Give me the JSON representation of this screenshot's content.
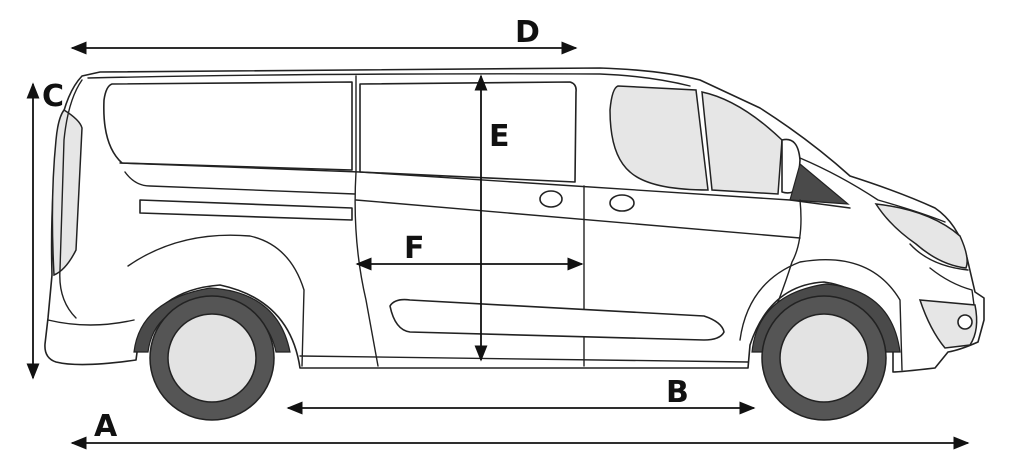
{
  "dimensions": {
    "A": "A",
    "B": "B",
    "C": "C",
    "D": "D",
    "E": "E",
    "F": "F"
  },
  "colors": {
    "line": "#222222",
    "glass": "#e6e6e6",
    "tyre": "#555555",
    "hub": "#e3e3e3",
    "background": "#ffffff"
  }
}
